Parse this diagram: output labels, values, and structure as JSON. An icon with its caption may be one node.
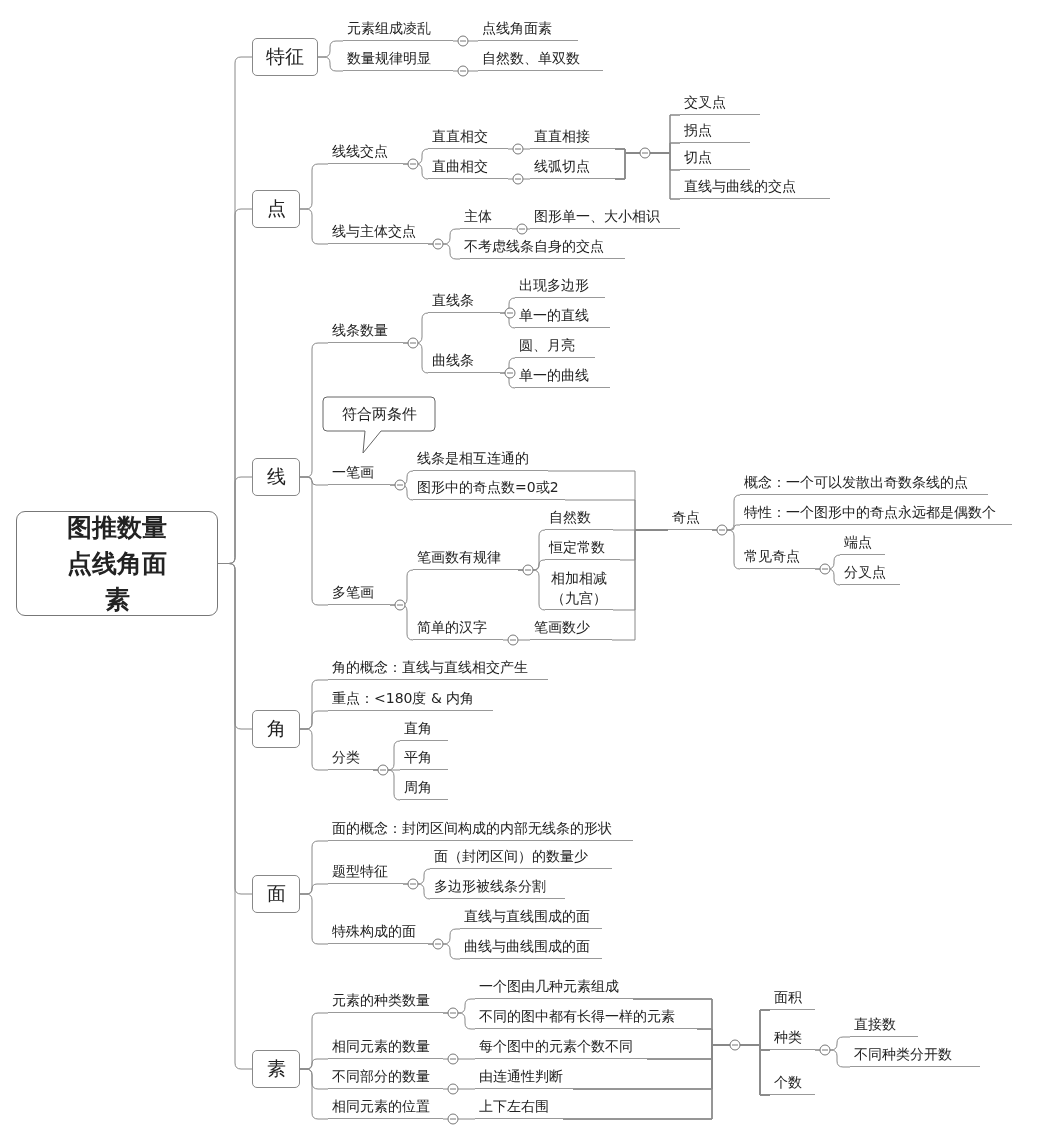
{
  "diagram": {
    "nodes": [
      {
        "text": [
          "图推数量点线角面素"
        ]
      },
      {
        "text": [
          "特征"
        ]
      },
      {
        "text": [
          "元素组成凌乱"
        ]
      },
      {
        "text": [
          "点线角面素"
        ]
      },
      {
        "text": [
          "数量规律明显"
        ]
      },
      {
        "text": [
          "自然数、单双数"
        ]
      },
      {
        "text": [
          "点"
        ]
      },
      {
        "text": [
          "线线交点"
        ]
      },
      {
        "text": [
          "直直相交"
        ]
      },
      {
        "text": [
          "直直相接"
        ]
      },
      {
        "text": [
          "直曲相交"
        ]
      },
      {
        "text": [
          "线弧切点"
        ]
      },
      {
        "text": [
          "交叉点"
        ]
      },
      {
        "text": [
          "拐点"
        ]
      },
      {
        "text": [
          "切点"
        ]
      },
      {
        "text": [
          "直线与曲线的交点"
        ]
      },
      {
        "text": [
          "线与主体交点"
        ]
      },
      {
        "text": [
          "主体"
        ]
      },
      {
        "text": [
          "图形单一、大小相识"
        ]
      },
      {
        "text": [
          "不考虑线条自身的交点"
        ]
      },
      {
        "text": [
          "线"
        ]
      },
      {
        "text": [
          "线条数量"
        ]
      },
      {
        "text": [
          "直线条"
        ]
      },
      {
        "text": [
          "出现多边形"
        ]
      },
      {
        "text": [
          "单一的直线"
        ]
      },
      {
        "text": [
          "曲线条"
        ]
      },
      {
        "text": [
          "圆、月亮"
        ]
      },
      {
        "text": [
          "单一的曲线"
        ]
      },
      {
        "text": [
          "一笔画"
        ]
      },
      {
        "text": [
          "符合两条件"
        ]
      },
      {
        "text": [
          "线条是相互连通的"
        ]
      },
      {
        "text": [
          "图形中的奇点数=0或2"
        ]
      },
      {
        "text": [
          "多笔画"
        ]
      },
      {
        "text": [
          "笔画数有规律"
        ]
      },
      {
        "text": [
          "自然数"
        ]
      },
      {
        "text": [
          "恒定常数"
        ]
      },
      {
        "text": [
          "相加相减（九宫）"
        ]
      },
      {
        "text": [
          "简单的汉字"
        ]
      },
      {
        "text": [
          "笔画数少"
        ]
      },
      {
        "text": [
          "奇点"
        ]
      },
      {
        "text": [
          "概念：一个可以发散出奇数条线的点"
        ]
      },
      {
        "text": [
          "特性：一个图形中的奇点永远都是偶数个"
        ]
      },
      {
        "text": [
          "常见奇点"
        ]
      },
      {
        "text": [
          "端点"
        ]
      },
      {
        "text": [
          "分叉点"
        ]
      },
      {
        "text": [
          "角"
        ]
      },
      {
        "text": [
          "角的概念：直线与直线相交产生"
        ]
      },
      {
        "text": [
          "重点：<180度 & 内角"
        ]
      },
      {
        "text": [
          "分类"
        ]
      },
      {
        "text": [
          "直角"
        ]
      },
      {
        "text": [
          "平角"
        ]
      },
      {
        "text": [
          "周角"
        ]
      },
      {
        "text": [
          "面"
        ]
      },
      {
        "text": [
          "面的概念：封闭区间构成的内部无线条的形状"
        ]
      },
      {
        "text": [
          "题型特征"
        ]
      },
      {
        "text": [
          "面（封闭区间）的数量少"
        ]
      },
      {
        "text": [
          "多边形被线条分割"
        ]
      },
      {
        "text": [
          "特殊构成的面"
        ]
      },
      {
        "text": [
          "直线与直线围成的面"
        ]
      },
      {
        "text": [
          "曲线与曲线围成的面"
        ]
      },
      {
        "text": [
          "素"
        ]
      },
      {
        "text": [
          "元素的种类数量"
        ]
      },
      {
        "text": [
          "一个图由几种元素组成"
        ]
      },
      {
        "text": [
          "不同的图中都有长得一样的元素"
        ]
      },
      {
        "text": [
          "相同元素的数量"
        ]
      },
      {
        "text": [
          "每个图中的元素个数不同"
        ]
      },
      {
        "text": [
          "不同部分的数量"
        ]
      },
      {
        "text": [
          "由连通性判断"
        ]
      },
      {
        "text": [
          "相同元素的位置"
        ]
      },
      {
        "text": [
          "上下左右围"
        ]
      },
      {
        "text": [
          "面积"
        ]
      },
      {
        "text": [
          "种类"
        ]
      },
      {
        "text": [
          "直接数"
        ]
      },
      {
        "text": [
          "不同种类分开数"
        ]
      },
      {
        "text": [
          "个数"
        ]
      }
    ],
    "edges": [
      {
        "from": 0,
        "to": 1,
        "arrow": "none"
      },
      {
        "from": 0,
        "to": 6,
        "arrow": "none"
      },
      {
        "from": 0,
        "to": 20,
        "arrow": "none"
      },
      {
        "from": 0,
        "to": 45,
        "arrow": "none"
      },
      {
        "from": 0,
        "to": 52,
        "arrow": "none"
      },
      {
        "from": 0,
        "to": 60,
        "arrow": "none"
      },
      {
        "from": 1,
        "to": 2,
        "arrow": "none"
      },
      {
        "from": 1,
        "to": 4,
        "arrow": "none"
      },
      {
        "from": 2,
        "to": 3,
        "arrow": "none"
      },
      {
        "from": 4,
        "to": 5,
        "arrow": "none"
      },
      {
        "from": 6,
        "to": 7,
        "arrow": "none"
      },
      {
        "from": 6,
        "to": 16,
        "arrow": "none"
      },
      {
        "from": 7,
        "to": 8,
        "arrow": "none"
      },
      {
        "from": 7,
        "to": 10,
        "arrow": "none"
      },
      {
        "from": 8,
        "to": 9,
        "arrow": "none"
      },
      {
        "from": 10,
        "to": 11,
        "arrow": "none"
      },
      {
        "from": 9,
        "to": 12,
        "arrow": "none"
      },
      {
        "from": 9,
        "to": 13,
        "arrow": "none"
      },
      {
        "from": 9,
        "to": 14,
        "arrow": "none"
      },
      {
        "from": 9,
        "to": 15,
        "arrow": "none"
      },
      {
        "from": 11,
        "to": 12,
        "arrow": "none"
      },
      {
        "from": 11,
        "to": 13,
        "arrow": "none"
      },
      {
        "from": 11,
        "to": 14,
        "arrow": "none"
      },
      {
        "from": 11,
        "to": 15,
        "arrow": "none"
      },
      {
        "from": 16,
        "to": 17,
        "arrow": "none"
      },
      {
        "from": 16,
        "to": 19,
        "arrow": "none"
      },
      {
        "from": 17,
        "to": 18,
        "arrow": "none"
      },
      {
        "from": 20,
        "to": 21,
        "arrow": "none"
      },
      {
        "from": 20,
        "to": 28,
        "arrow": "none"
      },
      {
        "from": 20,
        "to": 32,
        "arrow": "none"
      },
      {
        "from": 21,
        "to": 22,
        "arrow": "none"
      },
      {
        "from": 21,
        "to": 25,
        "arrow": "none"
      },
      {
        "from": 22,
        "to": 23,
        "arrow": "none"
      },
      {
        "from": 22,
        "to": 24,
        "arrow": "none"
      },
      {
        "from": 25,
        "to": 26,
        "arrow": "none"
      },
      {
        "from": 25,
        "to": 27,
        "arrow": "none"
      },
      {
        "from": 28,
        "to": 30,
        "arrow": "none"
      },
      {
        "from": 28,
        "to": 31,
        "arrow": "none"
      },
      {
        "from": 32,
        "to": 33,
        "arrow": "none"
      },
      {
        "from": 32,
        "to": 37,
        "arrow": "none"
      },
      {
        "from": 33,
        "to": 34,
        "arrow": "none"
      },
      {
        "from": 33,
        "to": 35,
        "arrow": "none"
      },
      {
        "from": 33,
        "to": 36,
        "arrow": "none"
      },
      {
        "from": 37,
        "to": 38,
        "arrow": "none"
      },
      {
        "from": 30,
        "to": 39,
        "arrow": "none"
      },
      {
        "from": 31,
        "to": 39,
        "arrow": "none"
      },
      {
        "from": 34,
        "to": 39,
        "arrow": "none"
      },
      {
        "from": 35,
        "to": 39,
        "arrow": "none"
      },
      {
        "from": 36,
        "to": 39,
        "arrow": "none"
      },
      {
        "from": 38,
        "to": 39,
        "arrow": "none"
      },
      {
        "from": 39,
        "to": 40,
        "arrow": "none"
      },
      {
        "from": 39,
        "to": 41,
        "arrow": "none"
      },
      {
        "from": 39,
        "to": 42,
        "arrow": "none"
      },
      {
        "from": 42,
        "to": 43,
        "arrow": "none"
      },
      {
        "from": 42,
        "to": 44,
        "arrow": "none"
      },
      {
        "from": 45,
        "to": 46,
        "arrow": "none"
      },
      {
        "from": 45,
        "to": 47,
        "arrow": "none"
      },
      {
        "from": 45,
        "to": 48,
        "arrow": "none"
      },
      {
        "from": 48,
        "to": 49,
        "arrow": "none"
      },
      {
        "from": 48,
        "to": 50,
        "arrow": "none"
      },
      {
        "from": 48,
        "to": 51,
        "arrow": "none"
      },
      {
        "from": 52,
        "to": 53,
        "arrow": "none"
      },
      {
        "from": 52,
        "to": 54,
        "arrow": "none"
      },
      {
        "from": 52,
        "to": 57,
        "arrow": "none"
      },
      {
        "from": 54,
        "to": 55,
        "arrow": "none"
      },
      {
        "from": 54,
        "to": 56,
        "arrow": "none"
      },
      {
        "from": 57,
        "to": 58,
        "arrow": "none"
      },
      {
        "from": 57,
        "to": 59,
        "arrow": "none"
      },
      {
        "from": 60,
        "to": 61,
        "arrow": "none"
      },
      {
        "from": 60,
        "to": 64,
        "arrow": "none"
      },
      {
        "from": 60,
        "to": 66,
        "arrow": "none"
      },
      {
        "from": 60,
        "to": 68,
        "arrow": "none"
      },
      {
        "from": 61,
        "to": 62,
        "arrow": "none"
      },
      {
        "from": 61,
        "to": 63,
        "arrow": "none"
      },
      {
        "from": 64,
        "to": 65,
        "arrow": "none"
      },
      {
        "from": 66,
        "to": 67,
        "arrow": "none"
      },
      {
        "from": 68,
        "to": 69,
        "arrow": "none"
      },
      {
        "from": 62,
        "to": 70,
        "arrow": "none"
      },
      {
        "from": 62,
        "to": 71,
        "arrow": "none"
      },
      {
        "from": 62,
        "to": 74,
        "arrow": "none"
      },
      {
        "from": 63,
        "to": 70,
        "arrow": "none"
      },
      {
        "from": 63,
        "to": 71,
        "arrow": "none"
      },
      {
        "from": 63,
        "to": 74,
        "arrow": "none"
      },
      {
        "from": 65,
        "to": 70,
        "arrow": "none"
      },
      {
        "from": 65,
        "to": 71,
        "arrow": "none"
      },
      {
        "from": 65,
        "to": 74,
        "arrow": "none"
      },
      {
        "from": 67,
        "to": 70,
        "arrow": "none"
      },
      {
        "from": 67,
        "to": 71,
        "arrow": "none"
      },
      {
        "from": 67,
        "to": 74,
        "arrow": "none"
      },
      {
        "from": 69,
        "to": 70,
        "arrow": "none"
      },
      {
        "from": 69,
        "to": 71,
        "arrow": "none"
      },
      {
        "from": 69,
        "to": 74,
        "arrow": "none"
      },
      {
        "from": 71,
        "to": 72,
        "arrow": "none"
      },
      {
        "from": 71,
        "to": 73,
        "arrow": "none"
      }
    ]
  }
}
